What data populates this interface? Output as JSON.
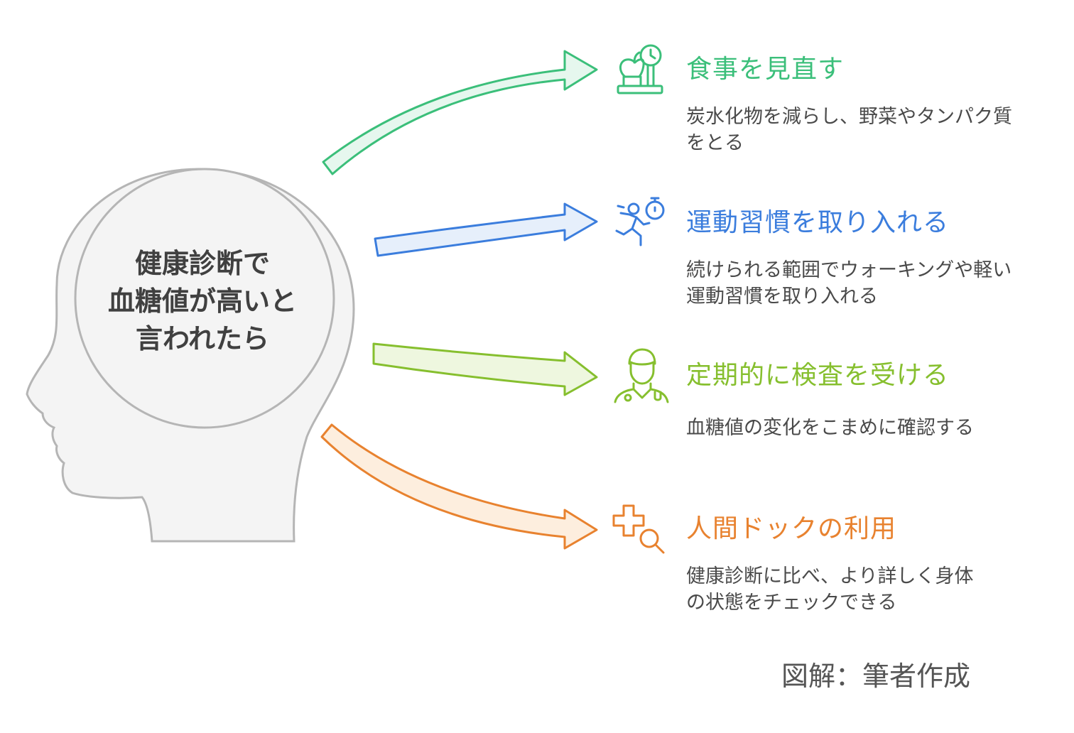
{
  "center": {
    "lines": [
      "健康診断で",
      "血糖値が高いと",
      "言われたら"
    ]
  },
  "items": [
    {
      "title": "食事を見直す",
      "desc_lines": [
        "炭水化物を減らし、野菜やタンパク質",
        "をとる"
      ],
      "color": "#3bbf7a",
      "fill": "#e6f7ee",
      "icon": "scale-food-icon"
    },
    {
      "title": "運動習慣を取り入れる",
      "desc_lines": [
        "続けられる範囲でウォーキングや軽い",
        "運動習慣を取り入れる"
      ],
      "color": "#3b7ddd",
      "fill": "#e6effb",
      "icon": "runner-stopwatch-icon"
    },
    {
      "title": "定期的に検査を受ける",
      "desc_lines": [
        "血糖値の変化をこまめに確認する"
      ],
      "color": "#86bf2e",
      "fill": "#eef7df",
      "icon": "doctor-icon"
    },
    {
      "title": "人間ドックの利用",
      "desc_lines": [
        "健康診断に比べ、より詳しく身体",
        "の状態をチェックできる"
      ],
      "color": "#e8822f",
      "fill": "#fdeede",
      "icon": "medical-cross-search-icon"
    }
  ],
  "caption": "図解：筆者作成",
  "colors": {
    "head_fill": "#f4f4f4",
    "head_stroke": "#b5b5b5",
    "text": "#404040"
  }
}
